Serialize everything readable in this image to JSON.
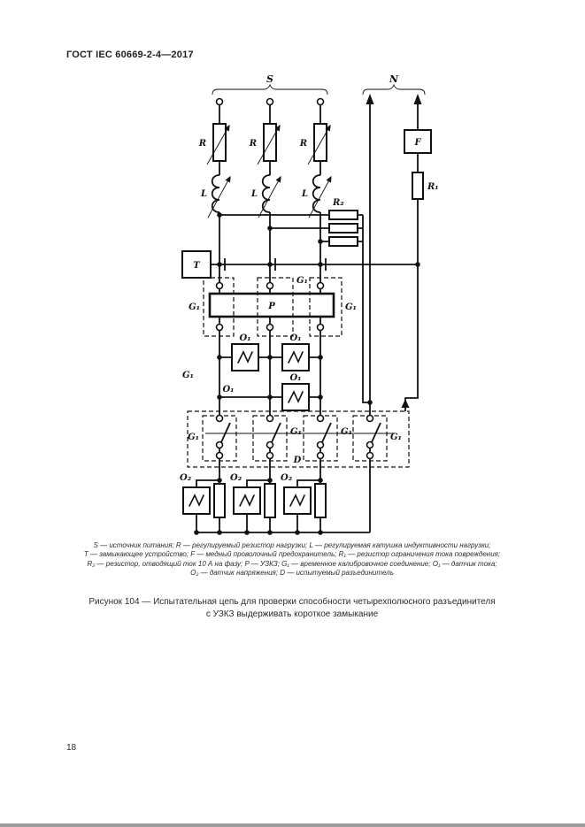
{
  "page": {
    "header": "ГОСТ IEC 60669-2-4—2017",
    "page_number": "18"
  },
  "diagram": {
    "labels": {
      "supply": "S",
      "neutral": "N",
      "load_resistor": "R",
      "load_inductor": "L",
      "fuse": "F",
      "limit_resistor": "R₁",
      "bleed_resistor": "R₂",
      "closing_device": "T",
      "scpd": "P",
      "calibration_link": "G₁",
      "current_sensor": "O₁",
      "voltage_sensor": "O₂",
      "specimen": "D"
    }
  },
  "legend": {
    "lines": [
      "S — источник питания; R — регулируемый резистор нагрузки; L — регулируемая катушка индуктивности нагрузки;",
      "T — замыкающее устройство; F — медный проволочный предохранитель; R₁ — резистор ограничения тока повреждения;",
      "R₂ — резистор, отводящий ток 10 А на фазу; P — УЗКЗ; G₁ — временное калибровочное соединение; O₁ — датчик тока;",
      "O₂ — датчик напряжения; D — испытуемый разъединитель"
    ]
  },
  "caption": {
    "line1": "Рисунок 104 — Испытательная цепь для проверки способности четырехполюсного разъединителя",
    "line2": "с УЗКЗ выдерживать  короткое замыкание"
  }
}
